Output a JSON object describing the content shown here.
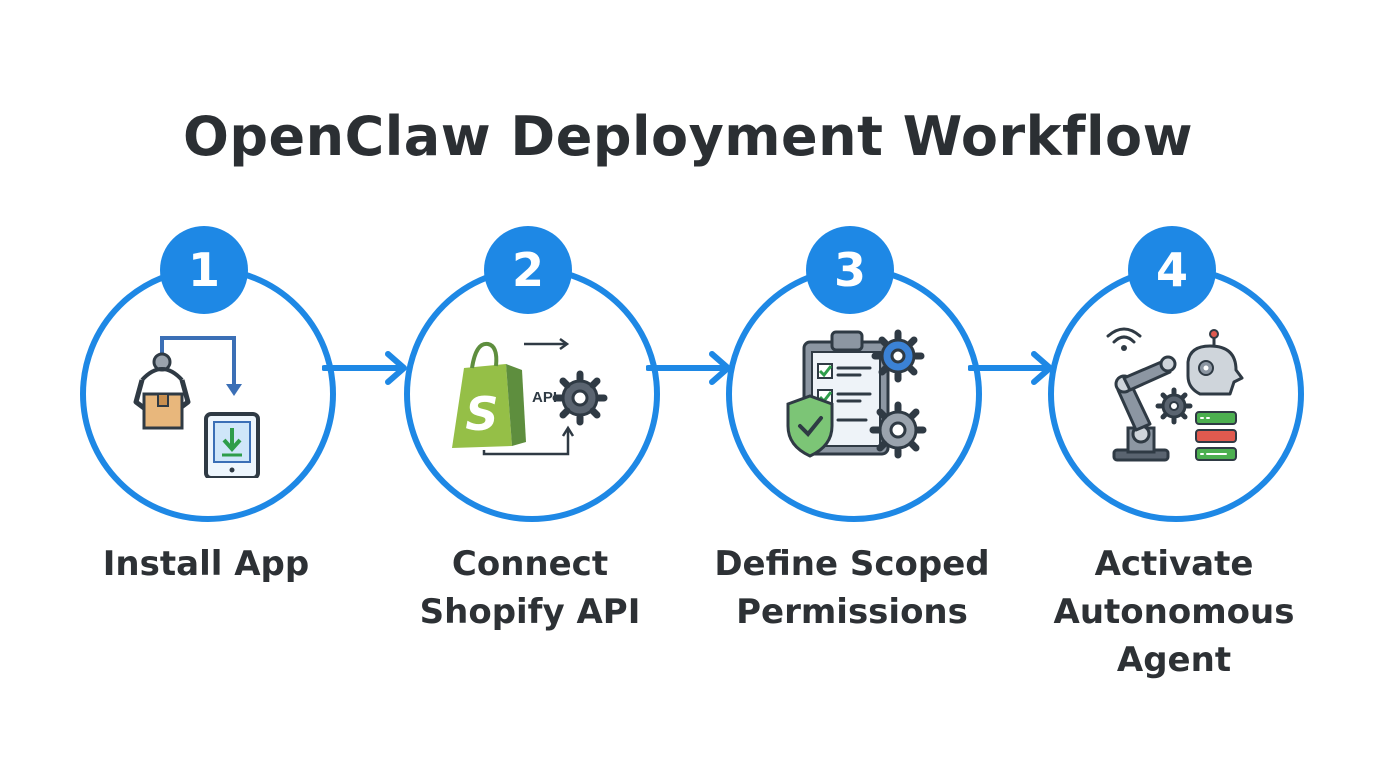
{
  "title": "OpenClaw Deployment Workflow",
  "accent_color": "#1e88e5",
  "steps": [
    {
      "number": "1",
      "label_lines": [
        "Install App"
      ],
      "icon": "robotic-claw-download-icon"
    },
    {
      "number": "2",
      "label_lines": [
        "Connect",
        "Shopify API"
      ],
      "icon": "shopify-api-gear-icon",
      "icon_text": "API"
    },
    {
      "number": "3",
      "label_lines": [
        "Define Scoped",
        "Permissions"
      ],
      "icon": "checklist-shield-gears-icon"
    },
    {
      "number": "4",
      "label_lines": [
        "Activate",
        "Autonomous",
        "Agent"
      ],
      "icon": "robot-arm-agent-icon"
    }
  ]
}
